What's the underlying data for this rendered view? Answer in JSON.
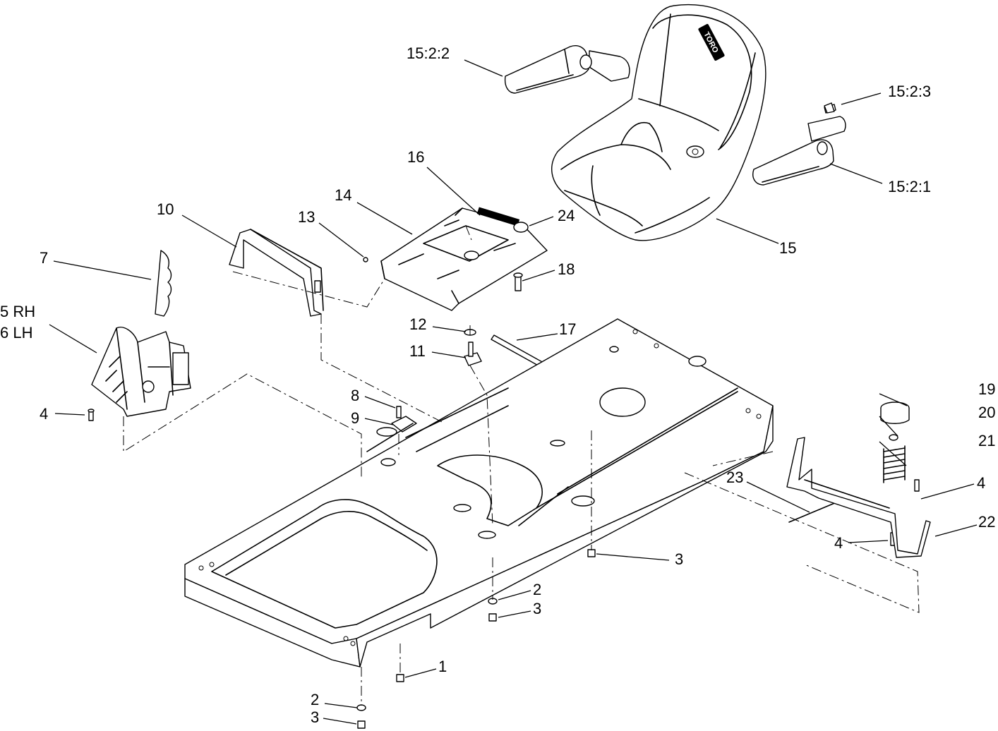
{
  "diagram": {
    "callouts": [
      {
        "id": "c-15-2-2",
        "text": "15:2:2"
      },
      {
        "id": "c-15-2-3",
        "text": "15:2:3"
      },
      {
        "id": "c-15-2-1",
        "text": "15:2:1"
      },
      {
        "id": "c-16",
        "text": "16"
      },
      {
        "id": "c-14",
        "text": "14"
      },
      {
        "id": "c-13",
        "text": "13"
      },
      {
        "id": "c-24",
        "text": "24"
      },
      {
        "id": "c-15",
        "text": "15"
      },
      {
        "id": "c-10",
        "text": "10"
      },
      {
        "id": "c-18",
        "text": "18"
      },
      {
        "id": "c-7",
        "text": "7"
      },
      {
        "id": "c-5rh",
        "text": "5 RH"
      },
      {
        "id": "c-6lh",
        "text": "6 LH"
      },
      {
        "id": "c-12",
        "text": "12"
      },
      {
        "id": "c-17",
        "text": "17"
      },
      {
        "id": "c-11",
        "text": "11"
      },
      {
        "id": "c-8",
        "text": "8"
      },
      {
        "id": "c-9",
        "text": "9"
      },
      {
        "id": "c-4a",
        "text": "4"
      },
      {
        "id": "c-19",
        "text": "19"
      },
      {
        "id": "c-20",
        "text": "20"
      },
      {
        "id": "c-21",
        "text": "21"
      },
      {
        "id": "c-23",
        "text": "23"
      },
      {
        "id": "c-4b",
        "text": "4"
      },
      {
        "id": "c-22",
        "text": "22"
      },
      {
        "id": "c-4c",
        "text": "4"
      },
      {
        "id": "c-3a",
        "text": "3"
      },
      {
        "id": "c-2a",
        "text": "2"
      },
      {
        "id": "c-3b",
        "text": "3"
      },
      {
        "id": "c-1",
        "text": "1"
      },
      {
        "id": "c-2b",
        "text": "2"
      },
      {
        "id": "c-3c",
        "text": "3"
      }
    ],
    "seat_logo": "TORO"
  }
}
